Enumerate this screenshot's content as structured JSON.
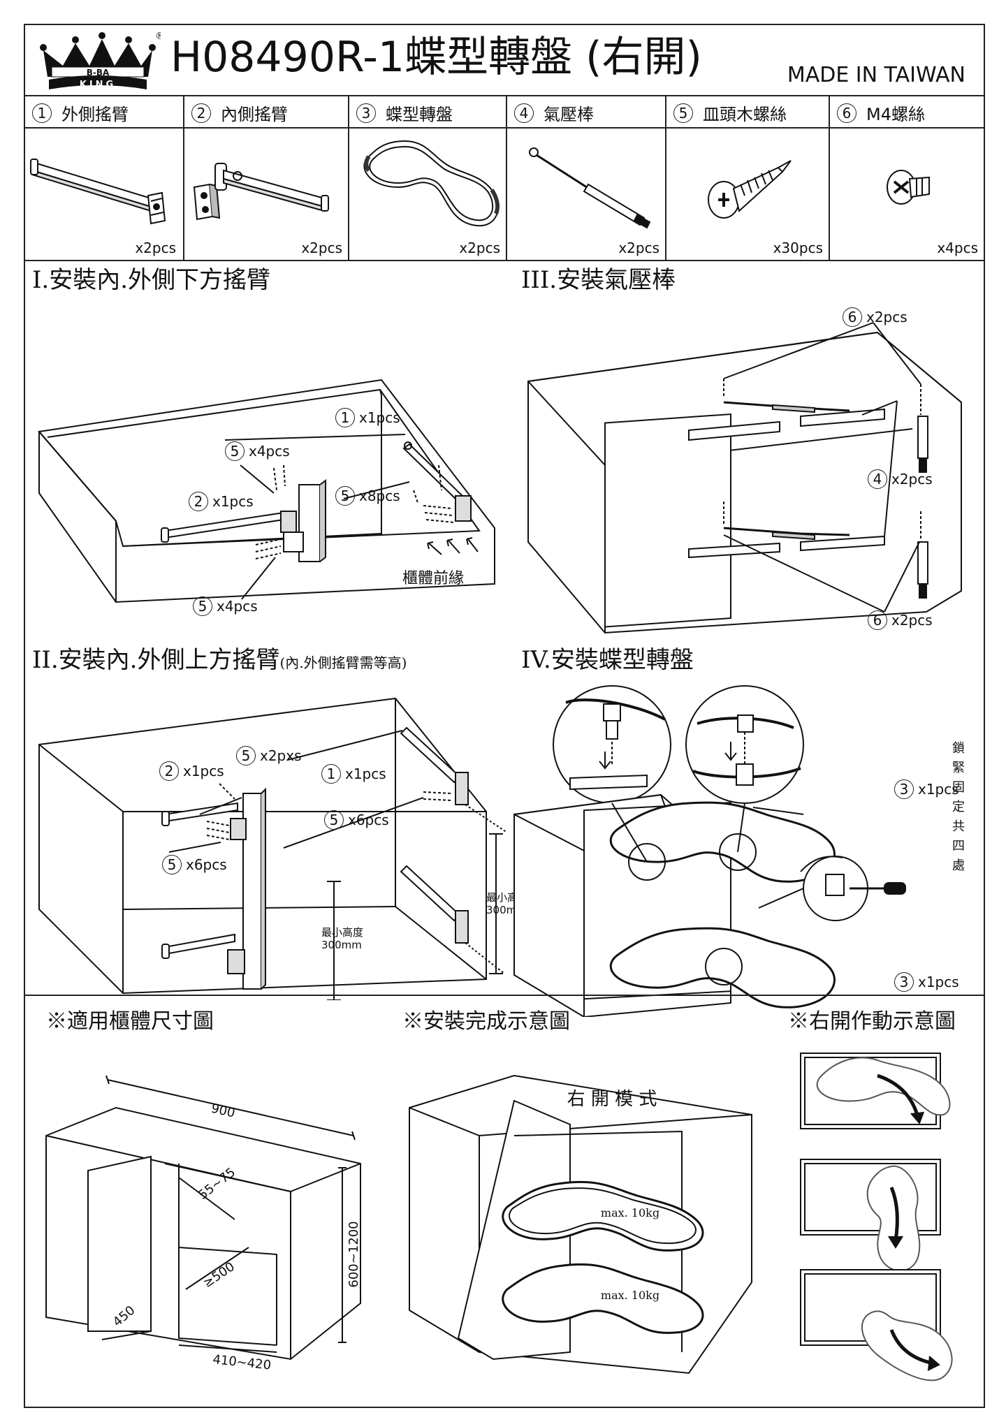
{
  "header": {
    "brand_text_top": "B-BA",
    "brand_text_bottom": "KING",
    "registered_mark": "®",
    "model_title": "H08490R-1蝶型轉盤 (右開)",
    "made_in": "MADE IN TAIWAN"
  },
  "parts": [
    {
      "num": "1",
      "name": "外側搖臂",
      "qty": "x2pcs"
    },
    {
      "num": "2",
      "name": "內側搖臂",
      "qty": "x2pcs"
    },
    {
      "num": "3",
      "name": "蝶型轉盤",
      "qty": "x2pcs"
    },
    {
      "num": "4",
      "name": "氣壓棒",
      "qty": "x2pcs"
    },
    {
      "num": "5",
      "name": "皿頭木螺絲",
      "qty": "x30pcs"
    },
    {
      "num": "6",
      "name": "M4螺絲",
      "qty": "x4pcs"
    }
  ],
  "step1": {
    "title": "I.安裝內.外側下方搖臂",
    "callouts": [
      {
        "num": "1",
        "qty": "x1pcs"
      },
      {
        "num": "5",
        "qty": "x4pcs"
      },
      {
        "num": "5",
        "qty": "x8pcs"
      },
      {
        "num": "2",
        "qty": "x1pcs"
      },
      {
        "num": "5",
        "qty": "x4pcs"
      }
    ],
    "front_edge_label": "櫃體前緣"
  },
  "step2": {
    "title": "II.安裝內.外側上方搖臂",
    "title_note": "(內.外側搖臂需等高)",
    "callouts": [
      {
        "num": "5",
        "qty": "x2pxs"
      },
      {
        "num": "2",
        "qty": "x1pcs"
      },
      {
        "num": "1",
        "qty": "x1pcs"
      },
      {
        "num": "5",
        "qty": "x6pcs"
      },
      {
        "num": "5",
        "qty": "x6pcs"
      }
    ],
    "min_height_label": "最小高度",
    "min_height_value": "300mm"
  },
  "step3": {
    "title": "III.安裝氣壓棒",
    "callouts": [
      {
        "num": "6",
        "qty": "x2pcs"
      },
      {
        "num": "4",
        "qty": "x2pcs"
      },
      {
        "num": "6",
        "qty": "x2pcs"
      }
    ]
  },
  "step4": {
    "title": "IV.安裝蝶型轉盤",
    "callouts": [
      {
        "num": "3",
        "qty": "x1pcs"
      },
      {
        "num": "3",
        "qty": "x1pcs"
      }
    ],
    "lock_note_chars": [
      "鎖",
      "緊",
      "固",
      "定",
      "共",
      "四",
      "處"
    ]
  },
  "bottom": {
    "size_title": "※適用櫃體尺寸圖",
    "complete_title": "※安裝完成示意圖",
    "motion_title": "※右開作動示意圖",
    "dims": {
      "width": "900",
      "door": "450",
      "gap": "55~75",
      "depth": "≥500",
      "opening": "410~420",
      "height": "600~1200"
    },
    "mode_label": "右 開 模 式",
    "max_load_top": "max. 10kg",
    "max_load_bottom": "max. 10kg"
  }
}
